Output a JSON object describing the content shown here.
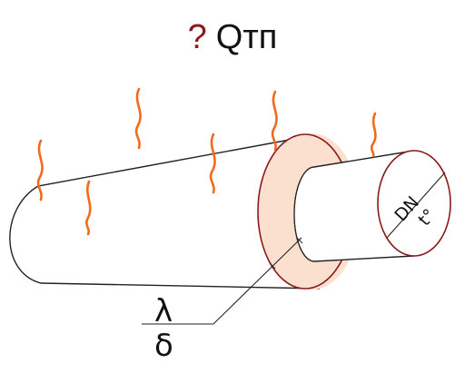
{
  "title": {
    "question_mark": "?",
    "text": "Qтп"
  },
  "labels": {
    "conductivity": "λ",
    "thickness": "δ",
    "diameter": "DN",
    "temperature": "t°"
  },
  "colors": {
    "outline": "#222222",
    "insulation_ring_stroke": "#8b1a1a",
    "insulation_ring_fill": "#fbe0cf",
    "heat_waves": "#f26a1b",
    "title_question": "#8b1a1a"
  },
  "icons": [
    "heat-wave-icon"
  ]
}
